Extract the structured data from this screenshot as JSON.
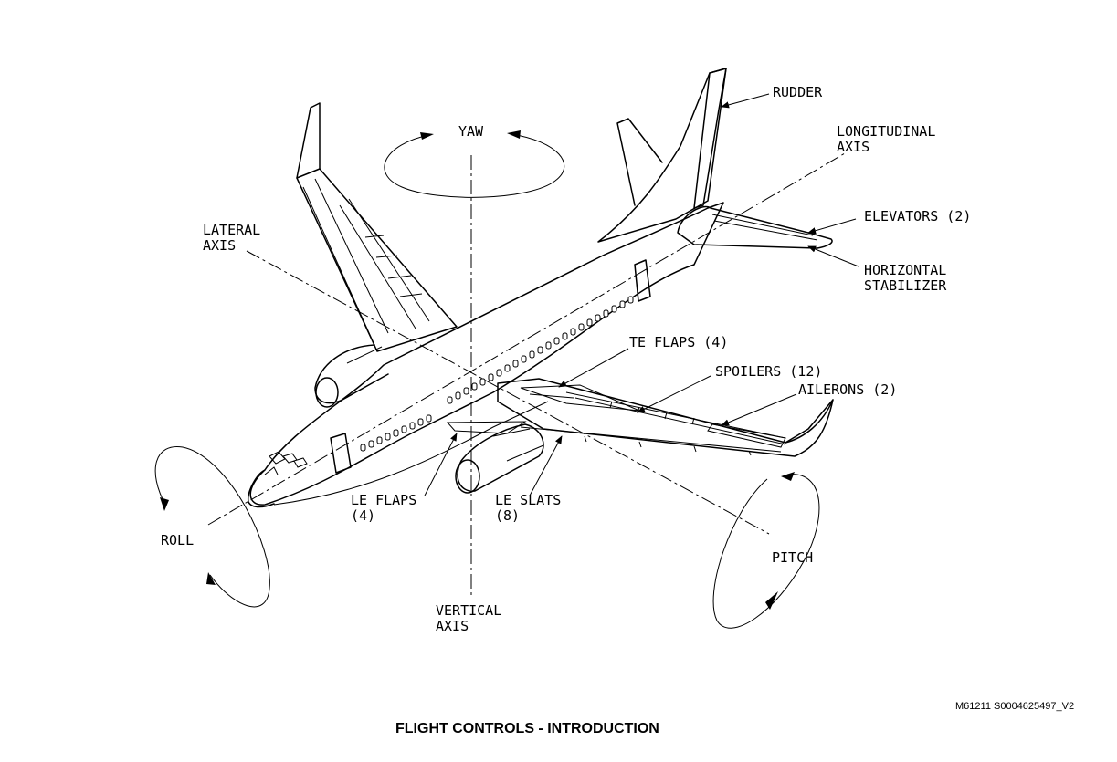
{
  "labels": {
    "rudder": "RUDDER",
    "yaw": "YAW",
    "longitudinal_axis": [
      "LONGITUDINAL",
      "AXIS"
    ],
    "lateral_axis": [
      "LATERAL",
      "AXIS"
    ],
    "elevators": "ELEVATORS (2)",
    "horizontal_stabilizer": [
      "HORIZONTAL",
      "STABILIZER"
    ],
    "te_flaps": "TE FLAPS (4)",
    "spoilers": "SPOILERS (12)",
    "ailerons": "AILERONS (2)",
    "le_flaps": [
      "LE FLAPS",
      "(4)"
    ],
    "le_slats": [
      "LE SLATS",
      "(8)"
    ],
    "roll": "ROLL",
    "pitch": "PITCH",
    "vertical_axis": [
      "VERTICAL",
      "AXIS"
    ]
  },
  "reference_code": "M61211 S0004625497_V2",
  "caption": "FLIGHT CONTROLS - INTRODUCTION"
}
